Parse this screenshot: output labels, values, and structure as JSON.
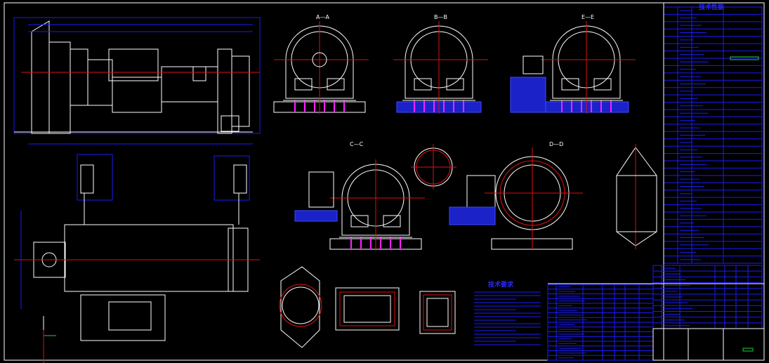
{
  "sections": {
    "a": "A—A",
    "b": "B—B",
    "e": "E—E",
    "c": "C—C",
    "d": "D—D"
  },
  "notes_heading": "技术要求",
  "spec_table_heading": "技术性能",
  "colors": {
    "background": "#000000",
    "outline": "#ffffff",
    "dimension": "#1a1aff",
    "centerline": "#e01010",
    "bolts": "#ff20ff",
    "highlight": "#20d040"
  }
}
